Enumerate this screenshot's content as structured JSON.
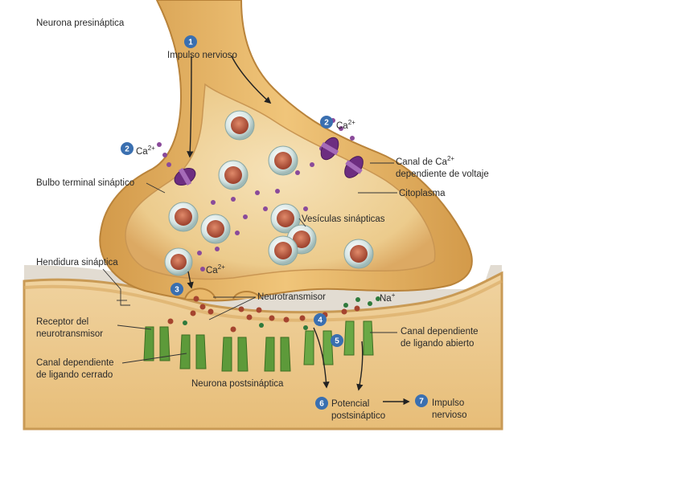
{
  "labels": {
    "presynaptic": "Neurona presináptica",
    "nerve_impulse": "Impulso nervioso",
    "ca_ion": "Ca",
    "ca_charge": "2+",
    "bulb": "Bulbo terminal sináptico",
    "ca_channel_line1": "Canal de Ca",
    "ca_channel_charge": "2+",
    "ca_channel_line2": "dependiente de voltaje",
    "cytoplasm": "Citoplasma",
    "vesicles": "Vesículas sinápticas",
    "cleft": "Hendidura sináptica",
    "neurotransmitter": "Neurotransmisor",
    "na_ion": "Na",
    "na_charge": "+",
    "receptor_line1": "Receptor del",
    "receptor_line2": "neurotransmisor",
    "closed_channel_line1": "Canal dependiente",
    "closed_channel_line2": "de ligando cerrado",
    "open_channel_line1": "Canal dependiente",
    "open_channel_line2": "de ligando abierto",
    "postsynaptic": "Neurona postsináptica",
    "potential_line1": "Potencial",
    "potential_line2": "postsináptico",
    "impulse_line1": "Impulso",
    "impulse_line2": "nervioso"
  },
  "steps": [
    "1",
    "2",
    "2",
    "3",
    "4",
    "5",
    "6",
    "7"
  ],
  "colors": {
    "neuron_fill": "#e9b86a",
    "neuron_edge": "#b9833a",
    "cytoplasm": "#f3d9a6",
    "cleft": "#d8d0c4",
    "vesicle": "#d9e7e6",
    "vesicle_core": "#b5533e",
    "ion_calcium": "#8a4a9a",
    "channel_ca": "#6d2d80",
    "channel_receptor": "#5d9a3a",
    "neurotransmitter": "#a5442f",
    "sodium": "#2f7a3c",
    "step_circle": "#3a6fb0"
  }
}
